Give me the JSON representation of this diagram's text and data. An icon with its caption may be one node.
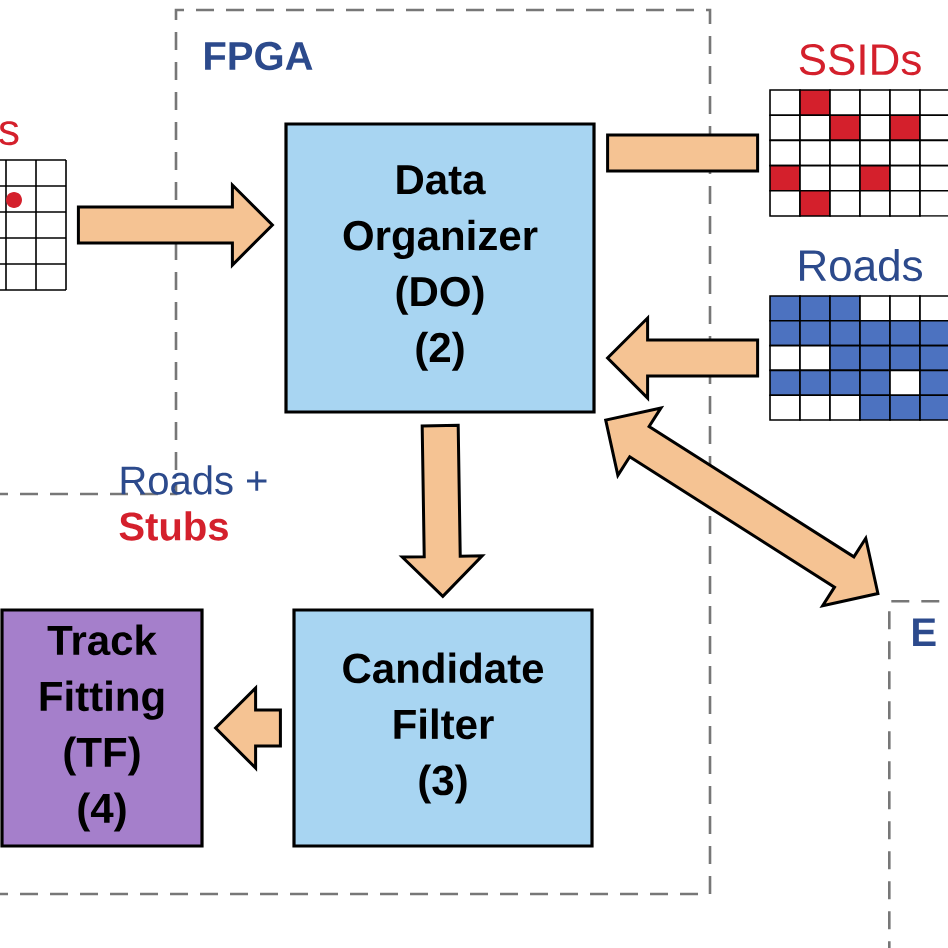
{
  "diagram": {
    "nodes": [
      {
        "text": [
          "FPGA"
        ]
      },
      {
        "text": [
          "s"
        ]
      },
      {
        "text": [
          "Data Organizer (DO) (2)"
        ],
        "in": 0
      },
      {
        "text": [
          "SSIDs"
        ]
      },
      {
        "text": [
          "Roads"
        ]
      },
      {
        "text": [
          "Candidate Filter (3)"
        ],
        "in": 0
      },
      {
        "text": [
          "Track Fitting (TF) (4)"
        ],
        "in": 0
      },
      {
        "text": [
          "E"
        ]
      }
    ],
    "edges": [
      {
        "from": 1,
        "to": 2,
        "arrow": "to"
      },
      {
        "from": 3,
        "to": 2,
        "arrow": "none"
      },
      {
        "from": 4,
        "to": 2,
        "arrow": "to"
      },
      {
        "from": 2,
        "to": 7,
        "arrow": "both"
      },
      {
        "from": 2,
        "to": 5,
        "arrow": "to"
      },
      {
        "from": 5,
        "to": 6,
        "arrow": "to"
      }
    ],
    "labels": [
      "Roads +",
      "Stubs"
    ]
  }
}
